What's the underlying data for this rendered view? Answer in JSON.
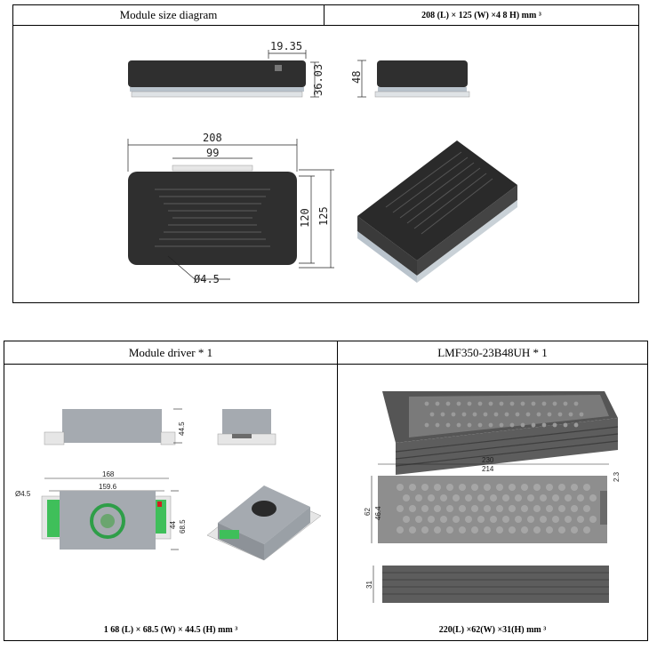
{
  "table1": {
    "label": "Module size diagram",
    "dims": "208 (L) × 125 (W) ×4 8 H) mm ³",
    "annotations": {
      "d1935": "19.35",
      "d3603": "36.03",
      "d48": "48",
      "d208": "208",
      "d99": "99",
      "d120": "120",
      "d125": "125",
      "hole": "Ø4.5"
    }
  },
  "table2": {
    "driver_label": "Module driver * 1",
    "psu_label": "LMF350-23B48UH * 1",
    "driver_caption": "1 68 (L) × 68.5 (W) × 44.5 (H) mm ³",
    "psu_caption": "220(L) ×62(W) ×31(H) mm ³",
    "driver_dims": {
      "d445": "44.5",
      "d168": "168",
      "d1596": "159.6",
      "d44": "44",
      "d685": "68.5",
      "hole": "Ø4.5"
    },
    "psu_dims": {
      "d230": "230",
      "d214": "214",
      "d23": "2.3",
      "d62": "62",
      "d464": "46.4",
      "d31": "31"
    }
  }
}
